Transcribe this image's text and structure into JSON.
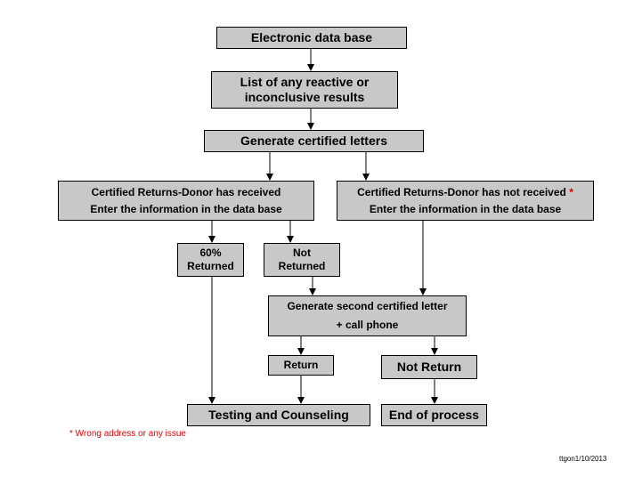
{
  "nodes": {
    "electronic_db": "Electronic data base",
    "list_results": [
      "List of any reactive or",
      "inconclusive results"
    ],
    "generate_letters": "Generate certified letters",
    "returns_received": [
      "Certified Returns-Donor has received",
      "Enter the information in the data base"
    ],
    "returns_not_received": [
      "Certified Returns-Donor has not received",
      "Enter the information in the data base"
    ],
    "not_received_marker": "*",
    "returned_60": [
      "60%",
      "Returned"
    ],
    "not_returned": [
      "Not",
      "Returned"
    ],
    "second_letter": [
      "Generate second certified letter",
      "+ call phone"
    ],
    "return": "Return",
    "not_return": "Not Return",
    "testing": "Testing and Counseling",
    "end": "End of process"
  },
  "footnote": "* Wrong address  or any issue",
  "credit": "ttgon1/10/2013",
  "colors": {
    "box_fill": "#c8c8c8",
    "border": "#000000",
    "footnote": "#e00000"
  }
}
